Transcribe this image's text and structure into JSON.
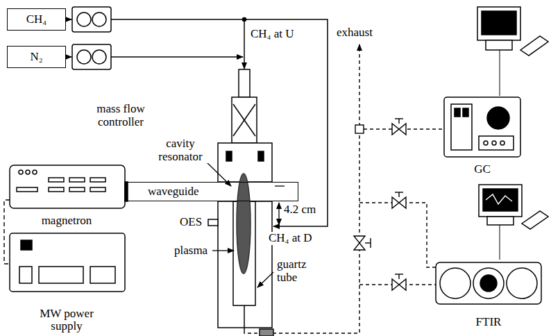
{
  "diagram": {
    "nodes": [
      {
        "text": [
          "CH₄"
        ]
      },
      {
        "text": [
          "N₂"
        ]
      },
      {
        "text": [
          "waveguide"
        ]
      },
      {
        "text": [
          "magnetron"
        ]
      },
      {
        "text": [
          "MW power supply"
        ]
      },
      {
        "text": [
          "GC"
        ]
      },
      {
        "text": [
          "FTIR"
        ]
      }
    ],
    "edges": [
      {
        "from": 3,
        "to": 4,
        "arrow": "none"
      }
    ],
    "labels": [
      "mass flow controller",
      "CH₄ at U",
      "exhaust",
      "cavity resonator",
      "OES",
      "plasma",
      "4.2 cm",
      "CH₄ at D",
      "guartz tube"
    ]
  }
}
